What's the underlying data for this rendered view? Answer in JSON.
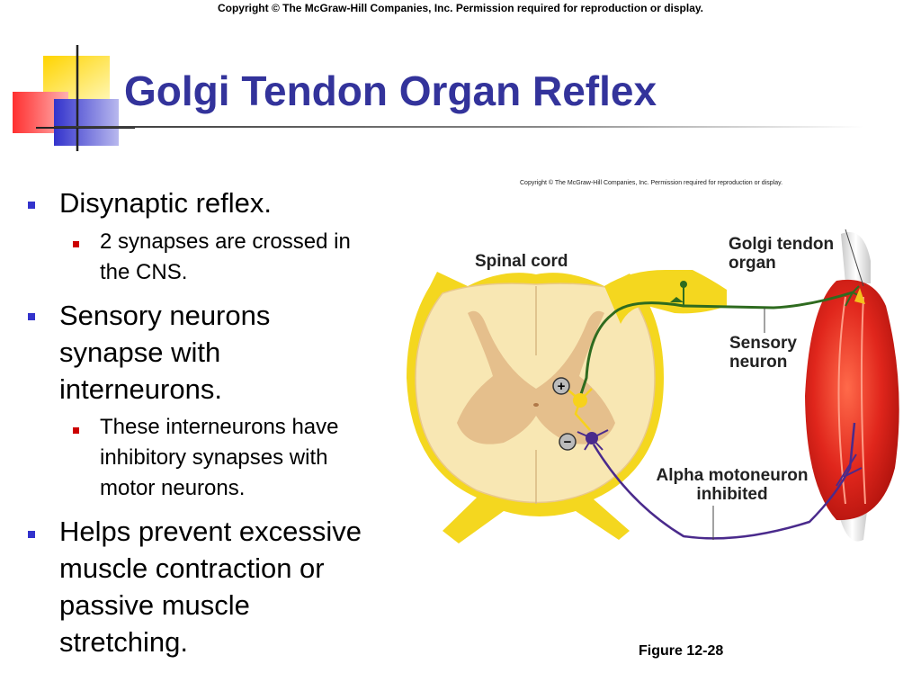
{
  "copyright": "Copyright © The McGraw-Hill Companies, Inc. Permission required for reproduction or display.",
  "title": "Golgi Tendon Organ Reflex",
  "bullets": [
    {
      "text": "Disynaptic reflex.",
      "sub": [
        "2 synapses are crossed in the CNS."
      ]
    },
    {
      "text": "Sensory neurons synapse with interneurons.",
      "sub": [
        "These interneurons have inhibitory synapses with motor neurons."
      ]
    },
    {
      "text": "Helps prevent excessive muscle contraction or passive muscle stretching.",
      "sub": []
    }
  ],
  "figure": {
    "copyright": "Copyright © The McGraw-Hill Companies, Inc. Permission required for reproduction or display.",
    "labels": {
      "spinal_cord": "Spinal cord",
      "golgi_tendon_organ": "Golgi tendon organ",
      "sensory_neuron": "Sensory neuron",
      "alpha_motoneuron": "Alpha motoneuron inhibited",
      "plus": "+",
      "minus": "−"
    },
    "caption": "Figure 12-28"
  },
  "colors": {
    "title": "#33339b",
    "bullet_l1": "#3333cc",
    "bullet_l2": "#cc0000",
    "sensory": "#2e6b1f",
    "motor": "#4a2a8c",
    "muscle": "#e0261c",
    "cord_white": "#f7e3a8",
    "cord_gray": "#e2b98a",
    "cord_outline": "#f2d21b"
  }
}
